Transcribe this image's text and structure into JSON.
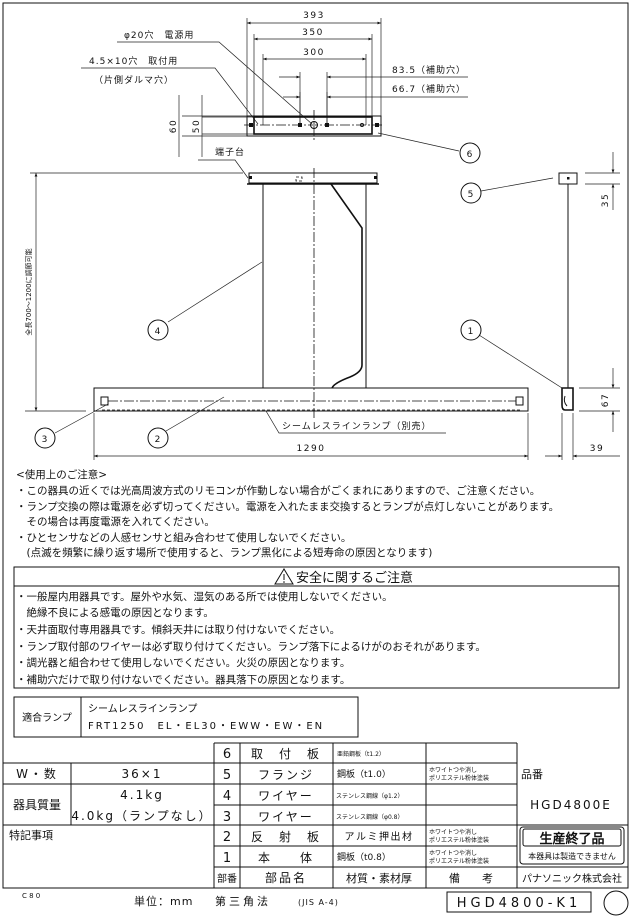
{
  "drawing": {
    "dims": {
      "w393": "393",
      "w350": "350",
      "w300": "300",
      "h60": "60",
      "h50": "50",
      "aux83": "83.5（補助穴）",
      "aux66": "66.7（補助穴）",
      "h35": "35",
      "h67": "67",
      "w1290": "1290",
      "w39": "39",
      "length_range": "全長700～1200に調節可能"
    },
    "labels": {
      "power_hole": "φ20穴　電源用",
      "mount_hole": "4.5×10穴　取付用",
      "mount_hole_note": "（片側ダルマ穴）",
      "terminal_block": "端子台",
      "lamp": "シームレスラインランプ（別売）"
    },
    "callouts": [
      "1",
      "2",
      "3",
      "4",
      "5",
      "6"
    ]
  },
  "usage_notes": {
    "title": "<使用上のご注意>",
    "lines": [
      "・この器具の近くでは光高周波方式のリモコンが作動しない場合がごくまれにありますので、ご注意ください。",
      "・ランプ交換の際は電源を必ず切ってください。電源を入れたまま交換するとランプが点灯しないことがあります。",
      "　その場合は再度電源を入れてください。",
      "・ひとセンサなどの人感センサと組み合わせて使用しないでください。",
      "　(点滅を頻繁に繰り返す場所で使用すると、ランプ黒化による短寿命の原因となります)"
    ]
  },
  "safety": {
    "icon": "warning-triangle-icon",
    "title": "安全に関するご注意",
    "lines": [
      "・一般屋内用器具です。屋外や水気、湿気のある所では使用しないでください。",
      "　絶縁不良による感電の原因となります。",
      "・天井面取付専用器具です。傾斜天井には取り付けないでください。",
      "・ランプ取付部のワイヤーは必ず取り付けてください。ランプ落下によるけがのおそれがあります。",
      "・調光器と組合わせて使用しないでください。火災の原因となります。",
      "・補助穴だけで取り付けないでください。器具落下の原因となります。"
    ]
  },
  "lamp": {
    "label": "適合ランプ",
    "name": "シームレスラインランプ",
    "models": "FRT1250　EL・EL30・EWW・EW・EN"
  },
  "specs": {
    "wattage_label": "W・数",
    "wattage_value": "36×1",
    "weight_label": "器具質量",
    "weight_value": "4.1kg",
    "weight_no_lamp": "4.0kg（ランプなし）",
    "notes_label": "特記事項"
  },
  "parts_header": {
    "no": "部番",
    "name": "部品名",
    "material": "材質・素材厚",
    "remarks": "備　　考"
  },
  "parts": [
    {
      "no": "6",
      "name": "取　付　板",
      "material": "亜鉛鋼板（t1.2）",
      "remark1": "",
      "remark2": ""
    },
    {
      "no": "5",
      "name": "フランジ",
      "material": "鋼板（t1.0）",
      "remark1": "ホワイトつや消し",
      "remark2": "ポリエステル粉体塗装"
    },
    {
      "no": "4",
      "name": "ワイヤー",
      "material": "ステンレス鋼線（φ1.2）",
      "remark1": "",
      "remark2": ""
    },
    {
      "no": "3",
      "name": "ワイヤー",
      "material": "ステンレス鋼線（φ0.8）",
      "remark1": "",
      "remark2": ""
    },
    {
      "no": "2",
      "name": "反　射　板",
      "material": "アルミ押出材",
      "remark1": "ホワイトつや消し",
      "remark2": "ポリエステル粉体塗装"
    },
    {
      "no": "1",
      "name": "本　　体",
      "material": "鋼板（t0.8）",
      "remark1": "ホワイトつや消し",
      "remark2": "ポリエステル粉体塗装"
    }
  ],
  "product": {
    "label": "品番",
    "number": "HGD4800E",
    "stamp_title": "生産終了品",
    "stamp_note": "本器具は製造できません",
    "company": "パナソニック株式会社"
  },
  "footer": {
    "code": "C 8 0",
    "unit": "単位：mm",
    "projection": "第三角法",
    "standard": "(JIS A-4)",
    "drawing_no": "HGD4800-K1"
  }
}
